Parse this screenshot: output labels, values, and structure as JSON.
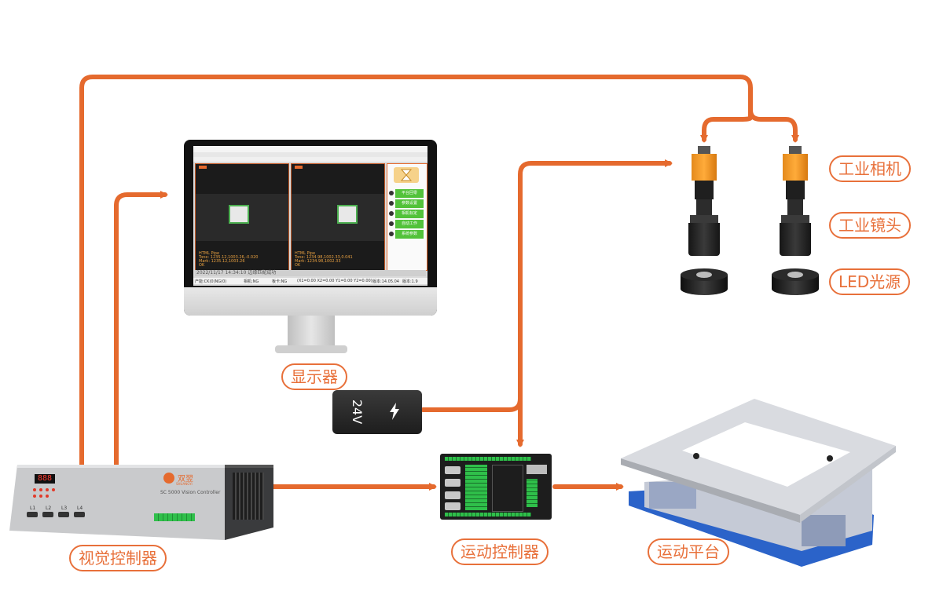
{
  "colors": {
    "accent": "#e8703a",
    "line": "#e56a2e",
    "text": "#e8703a"
  },
  "labels": {
    "monitor": "显示器",
    "vision_controller": "视觉控制器",
    "motion_controller": "运动控制器",
    "motion_platform": "运动平台",
    "industrial_camera": "工业相机",
    "industrial_lens": "工业镜头",
    "led_light": "LED光源"
  },
  "power_supply": {
    "voltage": "24V"
  },
  "vision_controller": {
    "brand": "双翌",
    "brand_en": "SHUANGYI",
    "model": "SC 5000 Vision Controller",
    "display": "888",
    "ports": [
      "L1",
      "L2",
      "L3",
      "L4"
    ]
  },
  "screen": {
    "left_overlay": [
      "HTML Pipe",
      "Tone: 1235.12,1003.26,-0.020",
      "Mark: 1235.12,1003.26",
      "OK"
    ],
    "right_overlay": [
      "HTML Pipe",
      "Tone: 1234.98,1002.33,0.041",
      "Mark: 1234.98,1002.33",
      "OK"
    ],
    "buttons": [
      "平台回零",
      "参数设置",
      "相机标定",
      "自动工作",
      "系统参数"
    ],
    "log_text": "2022/11/17 14:34:10 边缘匹配成功",
    "status": [
      "产能:CK(0)NG(0)",
      "相机:NG",
      "板卡:NG",
      "(X1=0.00 X2=0.00 Y1=0.00 Y2=0.00)",
      "版本:14.05.04",
      "版本:1.9"
    ]
  }
}
